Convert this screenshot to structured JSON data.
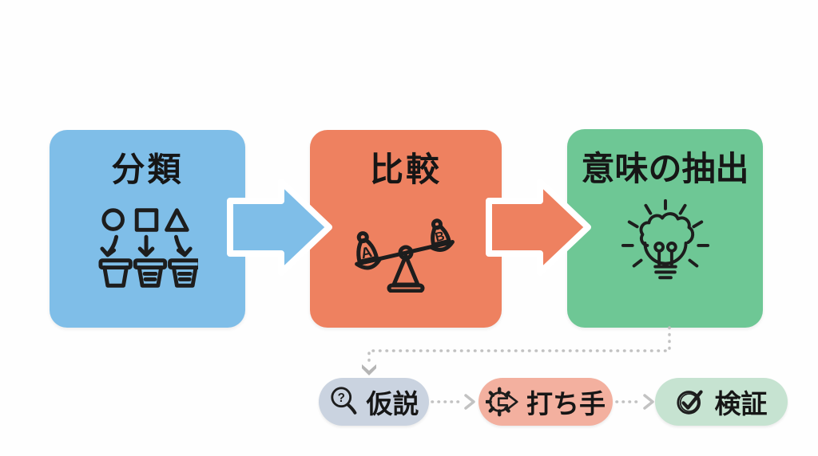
{
  "main_flow": {
    "steps": [
      {
        "label": "分類",
        "color": "#7FBEE8",
        "icon": "classification-sort-icon"
      },
      {
        "label": "比較",
        "color": "#EE8160",
        "icon": "balance-scale-icon",
        "scale_left_label": "A",
        "scale_right_label": "B"
      },
      {
        "label": "意味の抽出",
        "color": "#6EC795",
        "icon": "lightbulb-brain-icon"
      }
    ],
    "arrows": [
      {
        "from": "分類",
        "to": "比較",
        "color": "#7FBEE8"
      },
      {
        "from": "比較",
        "to": "意味の抽出",
        "color": "#EE8160"
      }
    ]
  },
  "sub_flow": {
    "steps": [
      {
        "label": "仮説",
        "color": "#CAD3E0",
        "icon": "magnifier-question-icon",
        "icon_glyph": "?"
      },
      {
        "label": "打ち手",
        "color": "#F3B09F",
        "icon": "gear-arrow-icon"
      },
      {
        "label": "検証",
        "color": "#C6E3D1",
        "icon": "circle-check-icon"
      }
    ],
    "connector_style": "dotted",
    "connector_color": "#C2C2C2"
  }
}
